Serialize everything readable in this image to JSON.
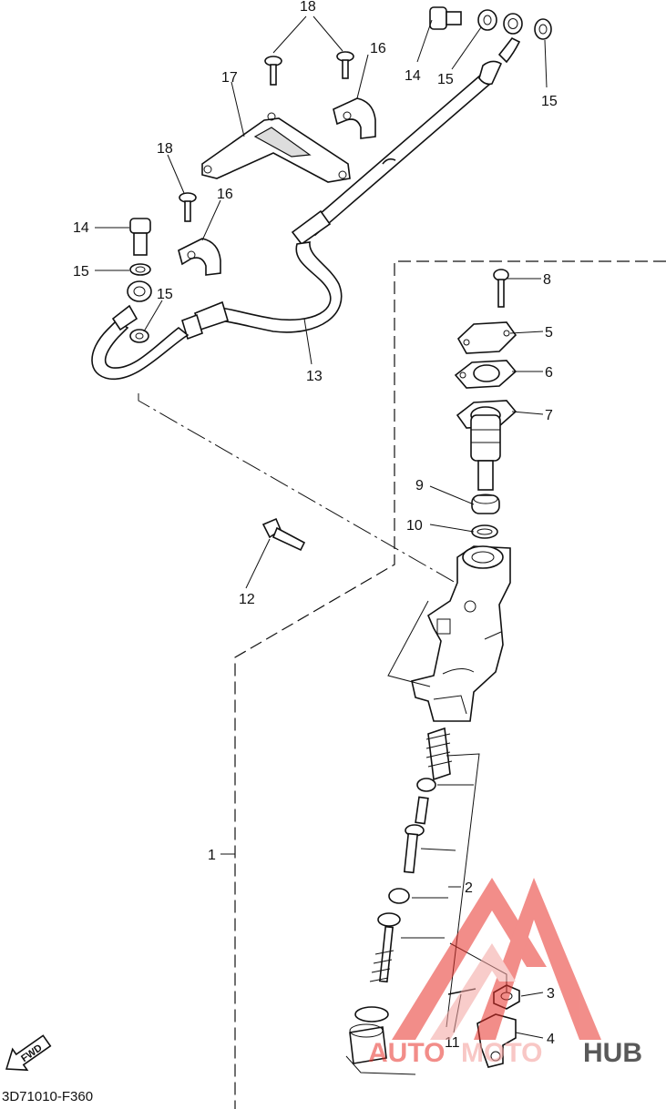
{
  "diagram": {
    "drawing_code": "3D71010-F360",
    "fwd_label": "FWD",
    "callouts": {
      "c1": "1",
      "c2": "2",
      "c3": "3",
      "c4": "4",
      "c5": "5",
      "c6": "6",
      "c7": "7",
      "c8": "8",
      "c9": "9",
      "c10": "10",
      "c11": "11",
      "c12": "12",
      "c13": "13",
      "c14a": "14",
      "c14b": "14",
      "c15a": "15",
      "c15b": "15",
      "c15c": "15",
      "c15d": "15",
      "c16a": "16",
      "c16b": "16",
      "c17": "17",
      "c18a": "18",
      "c18b": "18"
    }
  },
  "watermark": {
    "brand_left": "AUTO",
    "brand_mid": "MOTO",
    "brand_right": "HUB",
    "colors": {
      "red": "#e8312a",
      "dark": "#222222",
      "pink": "#f4a3a0"
    }
  }
}
